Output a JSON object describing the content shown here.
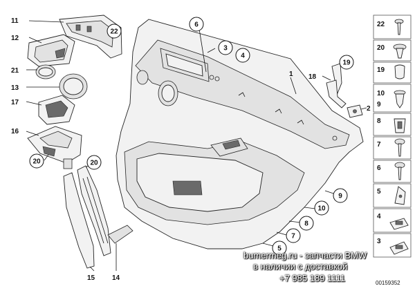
{
  "figure": {
    "diagram_number": "00159352",
    "plain_labels": [
      "11",
      "12",
      "21",
      "13",
      "17",
      "16",
      "1",
      "18",
      "2",
      "15",
      "14"
    ],
    "circled_labels": [
      "22",
      "6",
      "3",
      "4",
      "19",
      "20",
      "20",
      "9",
      "10",
      "8",
      "7",
      "5"
    ],
    "sidebar_items": [
      "22",
      "20",
      "19",
      "10",
      "9",
      "8",
      "7",
      "6",
      "5",
      "4",
      "3"
    ]
  },
  "watermark": {
    "line1": "bumermeg.ru - запчасти BMW",
    "line2": "в наличии с доставкой",
    "line3": "+7 985 189 1111"
  }
}
